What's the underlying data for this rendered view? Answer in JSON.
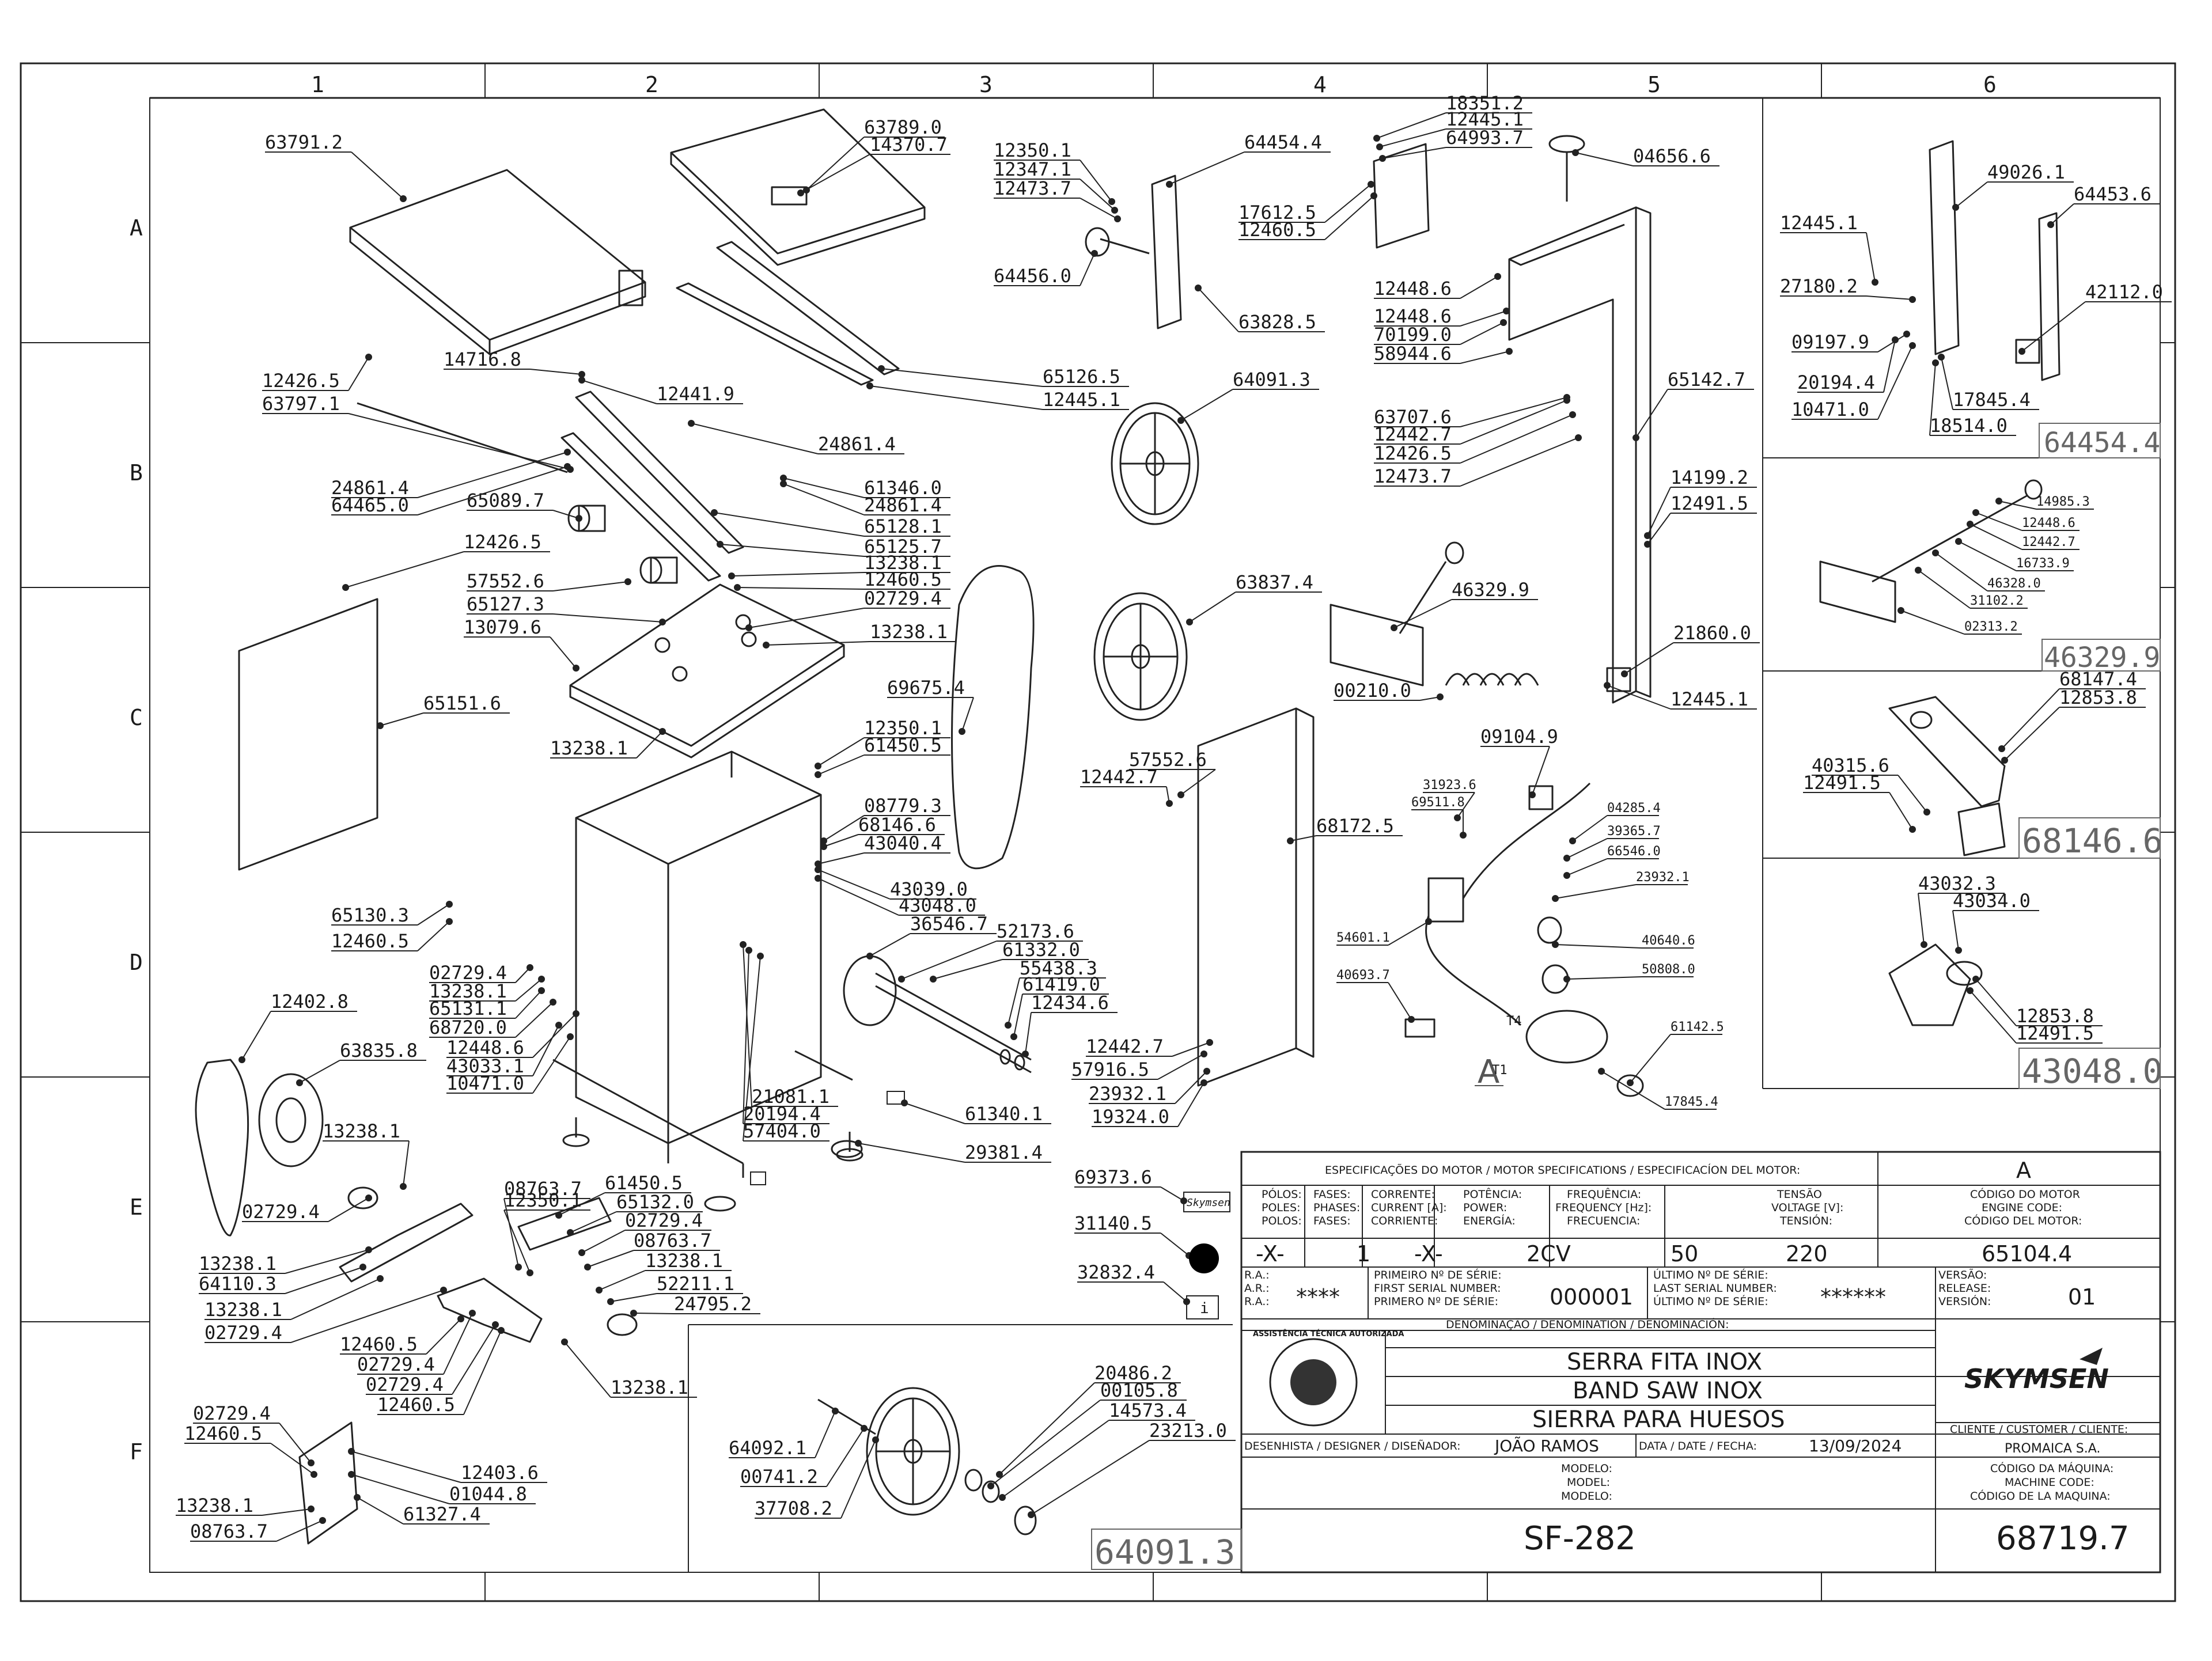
{
  "grid": {
    "columns": [
      "1",
      "2",
      "3",
      "4",
      "5",
      "6"
    ],
    "rows": [
      "A",
      "B",
      "C",
      "D",
      "E",
      "F"
    ]
  },
  "detail_boxes": {
    "d1": "64454.4",
    "d2": "46329.9",
    "d3": "68146.6",
    "d4": "43048.0",
    "d5": "64091.3"
  },
  "callouts": {
    "c001": "63791.2",
    "c002": "63789.0",
    "c003": "14370.7",
    "c004": "14716.8",
    "c005": "12441.9",
    "c006": "12426.5",
    "c007": "63797.1",
    "c008": "65126.5",
    "c009": "12445.1",
    "c010": "24861.4",
    "c011": "24861.4",
    "c012": "64465.0",
    "c013": "61346.0",
    "c014": "24861.4",
    "c015": "65089.7",
    "c016": "65128.1",
    "c017": "12426.5",
    "c018": "65125.7",
    "c019": "13238.1",
    "c020": "12460.5",
    "c021": "57552.6",
    "c022": "65127.3",
    "c023": "02729.4",
    "c024": "13079.6",
    "c025": "13238.1",
    "c026": "65151.6",
    "c027": "13238.1",
    "c028": "12350.1",
    "c029": "61450.5",
    "c030": "69675.4",
    "c031": "08779.3",
    "c032": "68146.6",
    "c033": "43040.4",
    "c034": "43039.0",
    "c035": "43048.0",
    "c036": "65130.3",
    "c037": "12460.5",
    "c038": "36546.7",
    "c039": "52173.6",
    "c040": "61332.0",
    "c041": "55438.3",
    "c042": "61419.0",
    "c043": "12434.6",
    "c044": "02729.4",
    "c045": "13238.1",
    "c046": "65131.1",
    "c047": "68720.0",
    "c048": "12448.6",
    "c049": "43033.1",
    "c050": "10471.0",
    "c051": "12402.8",
    "c052": "63835.8",
    "c053": "21081.1",
    "c054": "20194.4",
    "c055": "57404.0",
    "c056": "61340.1",
    "c057": "29381.4",
    "c058": "13238.1",
    "c059": "02729.4",
    "c060": "13238.1",
    "c061": "64110.3",
    "c062": "13238.1",
    "c063": "02729.4",
    "c064": "08763.7",
    "c065": "12350.1",
    "c066": "61450.5",
    "c067": "65132.0",
    "c068": "02729.4",
    "c069": "08763.7",
    "c070": "13238.1",
    "c071": "52211.1",
    "c072": "24795.2",
    "c073": "12460.5",
    "c074": "02729.4",
    "c075": "02729.4",
    "c076": "12460.5",
    "c077": "13238.1",
    "c078": "02729.4",
    "c079": "12460.5",
    "c080": "12403.6",
    "c081": "01044.8",
    "c082": "13238.1",
    "c083": "61327.4",
    "c084": "08763.7",
    "c085": "12350.1",
    "c086": "12347.1",
    "c087": "12473.7",
    "c088": "64454.4",
    "c089": "64456.0",
    "c090": "63828.5",
    "c091": "18351.2",
    "c092": "12445.1",
    "c093": "64993.7",
    "c094": "04656.6",
    "c095": "17612.5",
    "c096": "12460.5",
    "c097": "12448.6",
    "c098": "12448.6",
    "c099": "70199.0",
    "c100": "58944.6",
    "c101": "64091.3",
    "c102": "63707.6",
    "c103": "12442.7",
    "c104": "12426.5",
    "c105": "12473.7",
    "c106": "65142.7",
    "c107": "14199.2",
    "c108": "12491.5",
    "c109": "63837.4",
    "c110": "46329.9",
    "c111": "21860.0",
    "c112": "00210.0",
    "c113": "12445.1",
    "c114": "57552.6",
    "c115": "12442.7",
    "c116": "68172.5",
    "c117": "09104.9",
    "c118": "31923.6",
    "c119": "69511.8",
    "c120": "04285.4",
    "c121": "39365.7",
    "c122": "66546.0",
    "c123": "23932.1",
    "c124": "54601.1",
    "c125": "40640.6",
    "c126": "50808.0",
    "c127": "40693.7",
    "c128": "61142.5",
    "c129": "17845.4",
    "c130": "12442.7",
    "c131": "57916.5",
    "c132": "23932.1",
    "c133": "19324.0",
    "c134": "69373.6",
    "c135": "31140.5",
    "c136": "32832.4",
    "c137": "20486.2",
    "c138": "00105.8",
    "c139": "14573.4",
    "c140": "23213.0",
    "c141": "64092.1",
    "c142": "00741.2",
    "c143": "37708.2",
    "c144": "49026.1",
    "c145": "64453.6",
    "c146": "12445.1",
    "c147": "27180.2",
    "c148": "42112.0",
    "c149": "09197.9",
    "c150": "20194.4",
    "c151": "10471.0",
    "c152": "17845.4",
    "c153": "18514.0",
    "c154": "14985.3",
    "c155": "12448.6",
    "c156": "12442.7",
    "c157": "16733.9",
    "c158": "46328.0",
    "c159": "31102.2",
    "c160": "02313.2",
    "c161": "68147.4",
    "c162": "12853.8",
    "c163": "40315.6",
    "c164": "12491.5",
    "c165": "43032.3",
    "c166": "43034.0",
    "c167": "12853.8",
    "c168": "12491.5"
  },
  "marks": {
    "a_letter": "A",
    "t1": "T1",
    "t4": "T4",
    "skymsen_plate": "Skymsen",
    "info_tag": "i"
  },
  "title_block": {
    "motor_spec_title": "ESPECIFICAÇÕES DO MOTOR / MOTOR SPECIFICATIONS / ESPECIFICACÍON DEL MOTOR:",
    "rev_letter": "A",
    "col_polos": [
      "PÓLOS:",
      "POLES:",
      "POLOS:"
    ],
    "col_fases": [
      "FASES:",
      "PHASES:",
      "FASES:"
    ],
    "col_corrente": [
      "CORRENTE:",
      "CURRENT [A]:",
      "CORRIENTE:"
    ],
    "col_potencia": [
      "POTÊNCIA:",
      "POWER:",
      "ENERGÍA:"
    ],
    "col_frequencia": [
      "FREQUÊNCIA:",
      "FREQUENCY [Hz]:",
      "FRECUENCIA:"
    ],
    "col_tensao": [
      "TENSÃO",
      "VOLTAGE [V]:",
      "TENSIÓN:"
    ],
    "col_codigo_motor": [
      "CÓDIGO DO MOTOR",
      "ENGINE CODE:",
      "CÓDIGO DEL MOTOR:"
    ],
    "v_polos": "-X-",
    "v_fases": "1",
    "v_corrente": "-X-",
    "v_potencia": "2CV",
    "v_frequencia": "50",
    "v_tensao": "220",
    "v_codigo_motor": "65104.4",
    "ra_labels": [
      "R.A.:",
      "A.R.:",
      "R.A.:"
    ],
    "ra_value": "****",
    "primeiro_labels": [
      "PRIMEIRO Nº DE SÉRIE:",
      "FIRST SERIAL NUMBER:",
      "PRIMERO Nº DE SÉRIE:"
    ],
    "primeiro_value": "000001",
    "ultimo_labels": [
      "ÚLTIMO Nº DE SÉRIE:",
      "LAST SERIAL NUMBER:",
      "ÚLTIMO Nº DE SÉRIE:"
    ],
    "ultimo_value": "******",
    "versao_labels": [
      "VERSÃO:",
      "RELEASE:",
      "VERSIÓN:"
    ],
    "versao_value": "01",
    "denominacao_label": "DENOMINAÇÃO / DENOMINATION / DENOMINACIÓN:",
    "name_pt": "SERRA FITA INOX",
    "name_en": "BAND SAW INOX",
    "name_es": "SIERRA PARA HUESOS",
    "brand": "SKYMSEN",
    "seal_text": "ASSISTÊNCIA TÉCNICA AUTORIZADA",
    "cliente_label": "CLIENTE / CUSTOMER / CLIENTE:",
    "cliente_value": "PROMAICA S.A.",
    "desenhista_label": "DESENHISTA / DESIGNER / DISEÑADOR:",
    "desenhista_value": "JOÃO RAMOS",
    "data_label": "DATA / DATE / FECHA:",
    "data_value": "13/09/2024",
    "modelo_labels": [
      "MODELO:",
      "MODEL:",
      "MODELO:"
    ],
    "modelo_value": "SF-282",
    "codigo_maquina_labels": [
      "CÓDIGO DA MÁQUINA:",
      "MACHINE CODE:",
      "CÓDIGO DE LA MAQUINA:"
    ],
    "codigo_maquina_value": "68719.7"
  }
}
